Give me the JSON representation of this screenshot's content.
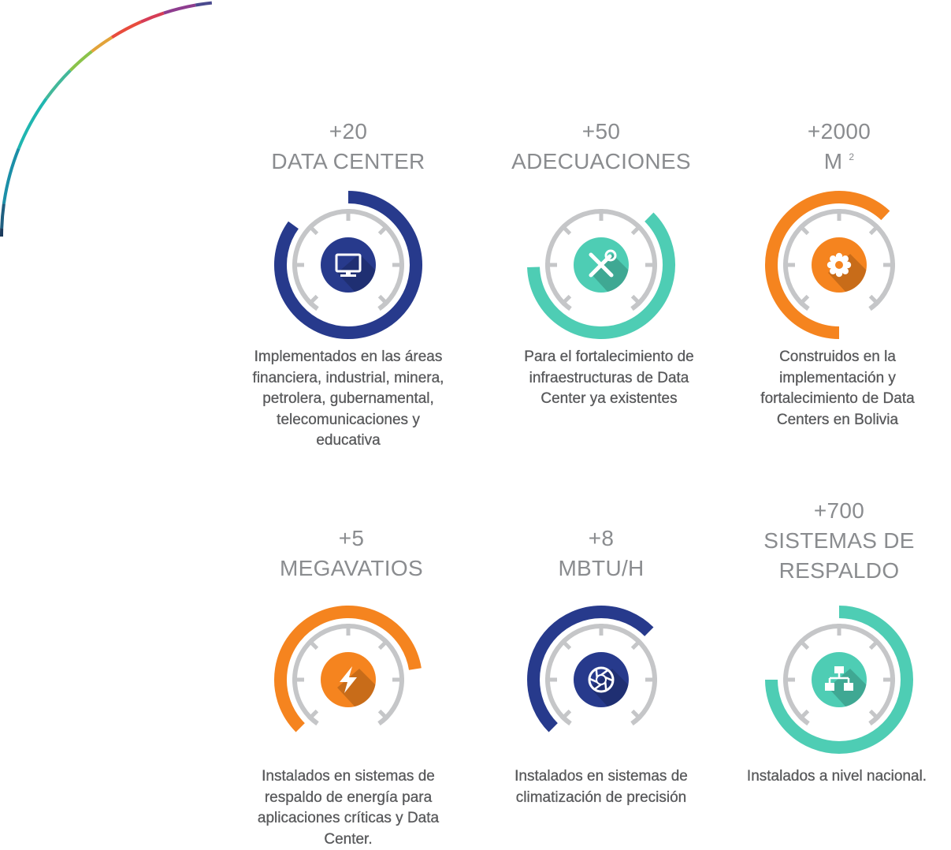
{
  "colors": {
    "navy": "#273a8c",
    "teal": "#4ecdb4",
    "orange": "#f5841f",
    "ring_gray": "#c5c6c8",
    "heading_gray": "#8a8c8f",
    "text_dark": "#58595b"
  },
  "stats": [
    {
      "value": "+20",
      "label": "DATA CENTER",
      "label_sup": "",
      "label_line2": "",
      "description": [
        "Implementados en las áreas",
        "financiera, industrial, minera,",
        "petrolera, gubernamental,",
        "telecomunicaciones y",
        "educativa"
      ],
      "icon": "monitor-icon",
      "color": "#273a8c",
      "progress": 0.85
    },
    {
      "value": "+50",
      "label": "ADECUACIONES",
      "label_sup": "",
      "label_line2": "",
      "description": [
        "Para el fortalecimiento de",
        "infraestructuras de Data",
        "Center ya existentes"
      ],
      "icon": "tools-icon",
      "color": "#4ecdb4",
      "progress": 0.62
    },
    {
      "value": "+2000",
      "label": "M",
      "label_sup": "2",
      "label_line2": "",
      "description": [
        "Construidos en la",
        "implementación y",
        "fortalecimiento de Data",
        "Centers en Bolivia"
      ],
      "icon": "gear-icon",
      "color": "#f5841f",
      "progress": 0.62
    },
    {
      "value": "+5",
      "label": "MEGAVATIOS",
      "label_sup": "",
      "label_line2": "",
      "description": [
        "Instalados en sistemas de",
        "respaldo de energía para",
        "aplicaciones críticas y Data",
        "Center."
      ],
      "icon": "lightning-icon",
      "color": "#f5841f",
      "progress": 0.6
    },
    {
      "value": "+8",
      "label": "MBTU/H",
      "label_sup": "",
      "label_line2": "",
      "description": [
        "Instalados en sistemas de",
        "climatización de precisión"
      ],
      "icon": "aperture-icon",
      "color": "#273a8c",
      "progress": 0.5
    },
    {
      "value": "+700",
      "label": "SISTEMAS DE",
      "label_sup": "",
      "label_line2": "RESPALDO",
      "description": [
        "Instalados a nivel nacional."
      ],
      "icon": "network-icon",
      "color": "#4ecdb4",
      "progress": 0.75
    }
  ]
}
